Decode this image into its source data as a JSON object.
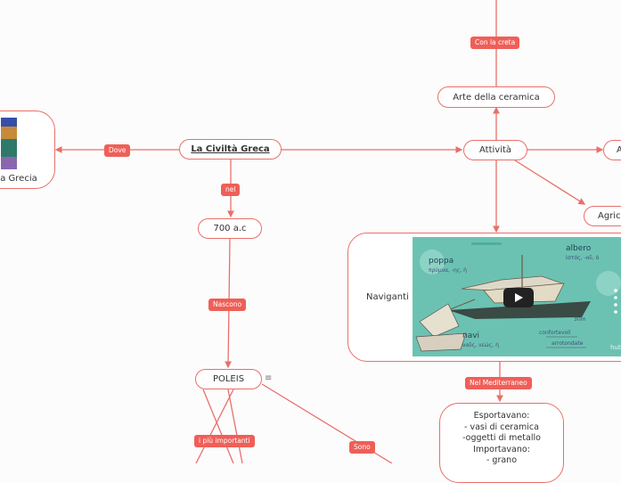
{
  "nodes": {
    "root": "La Civiltà Greca",
    "grecia": "a Grecia",
    "date": "700 a.c",
    "poleis": "POLEIS",
    "attivita": "Attività",
    "arte": "Arte della ceramica",
    "navigant": "Naviganti",
    "agri": "Agric",
    "right_cut": "A",
    "trade_lines": [
      "Esportavano:",
      "- vasi di ceramica",
      "-oggetti di metallo",
      "Importavano:",
      "- grano"
    ]
  },
  "tags": {
    "dove": "Dove",
    "nel": "nel",
    "nascono": "Nascono",
    "creta": "Con la creta",
    "mediterraneo": "Nel Mediterraneo",
    "importanti": "i più importanti",
    "sono": "Sono"
  },
  "video": {
    "poppa": "poppa",
    "poppa_greek": "πρύμνα, -ης, ἡ",
    "albero": "albero",
    "albero_greek": "ἱστός, -οῦ, ὁ",
    "navi": "navi",
    "navi_greek": "ναῦς, νεώς, ἡ",
    "confortevoli": "confortevoli",
    "arrotondate": "arrotondate",
    "misura": "30m",
    "brand": "hub"
  },
  "icons": {
    "menu": "≡",
    "play": "play-icon"
  },
  "colors": {
    "accent": "#ef5f58",
    "border": "#e8706a",
    "video_bg": "#6cc2b2"
  }
}
